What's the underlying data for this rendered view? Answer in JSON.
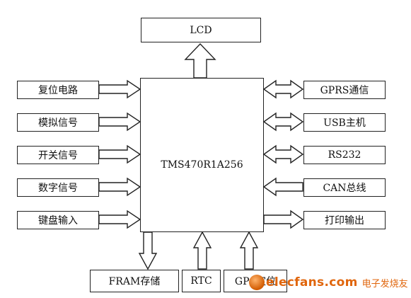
{
  "diagram": {
    "mcu": "TMS470R1A256",
    "top": "LCD",
    "left_inputs": [
      "复位电路",
      "模拟信号",
      "开关信号",
      "数字信号",
      "键盘输入"
    ],
    "right_peripherals": [
      "GPRS通信",
      "USB主机",
      "RS232",
      "CAN总线",
      "打印输出"
    ],
    "bottom": [
      "FRAM存储",
      "RTC",
      "GPS定位"
    ]
  },
  "watermark": {
    "site": "elecfans.com",
    "cn": "电子发烧友"
  }
}
